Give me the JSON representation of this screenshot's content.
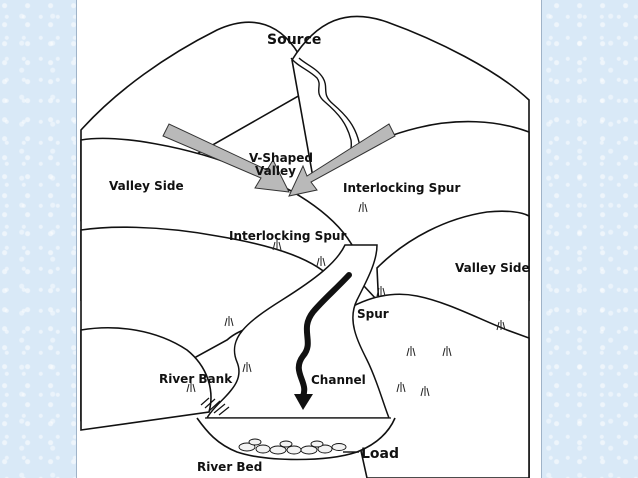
{
  "labels": {
    "source": "Source",
    "v_shaped_1": "V-Shaped",
    "v_shaped_2": "Valley",
    "valley_side_left": "Valley Side",
    "interlocking_spur_right": "Interlocking Spur",
    "interlocking_spur_left": "Interlocking Spur",
    "valley_side_right": "Valley Side",
    "spur": "Spur",
    "river_bank": "River Bank",
    "channel": "Channel",
    "load": "Load",
    "river_bed": "River Bed"
  },
  "colors": {
    "arrow_fill": "#b9b9b9",
    "ink": "#111111",
    "background": "#d9e9f7"
  }
}
